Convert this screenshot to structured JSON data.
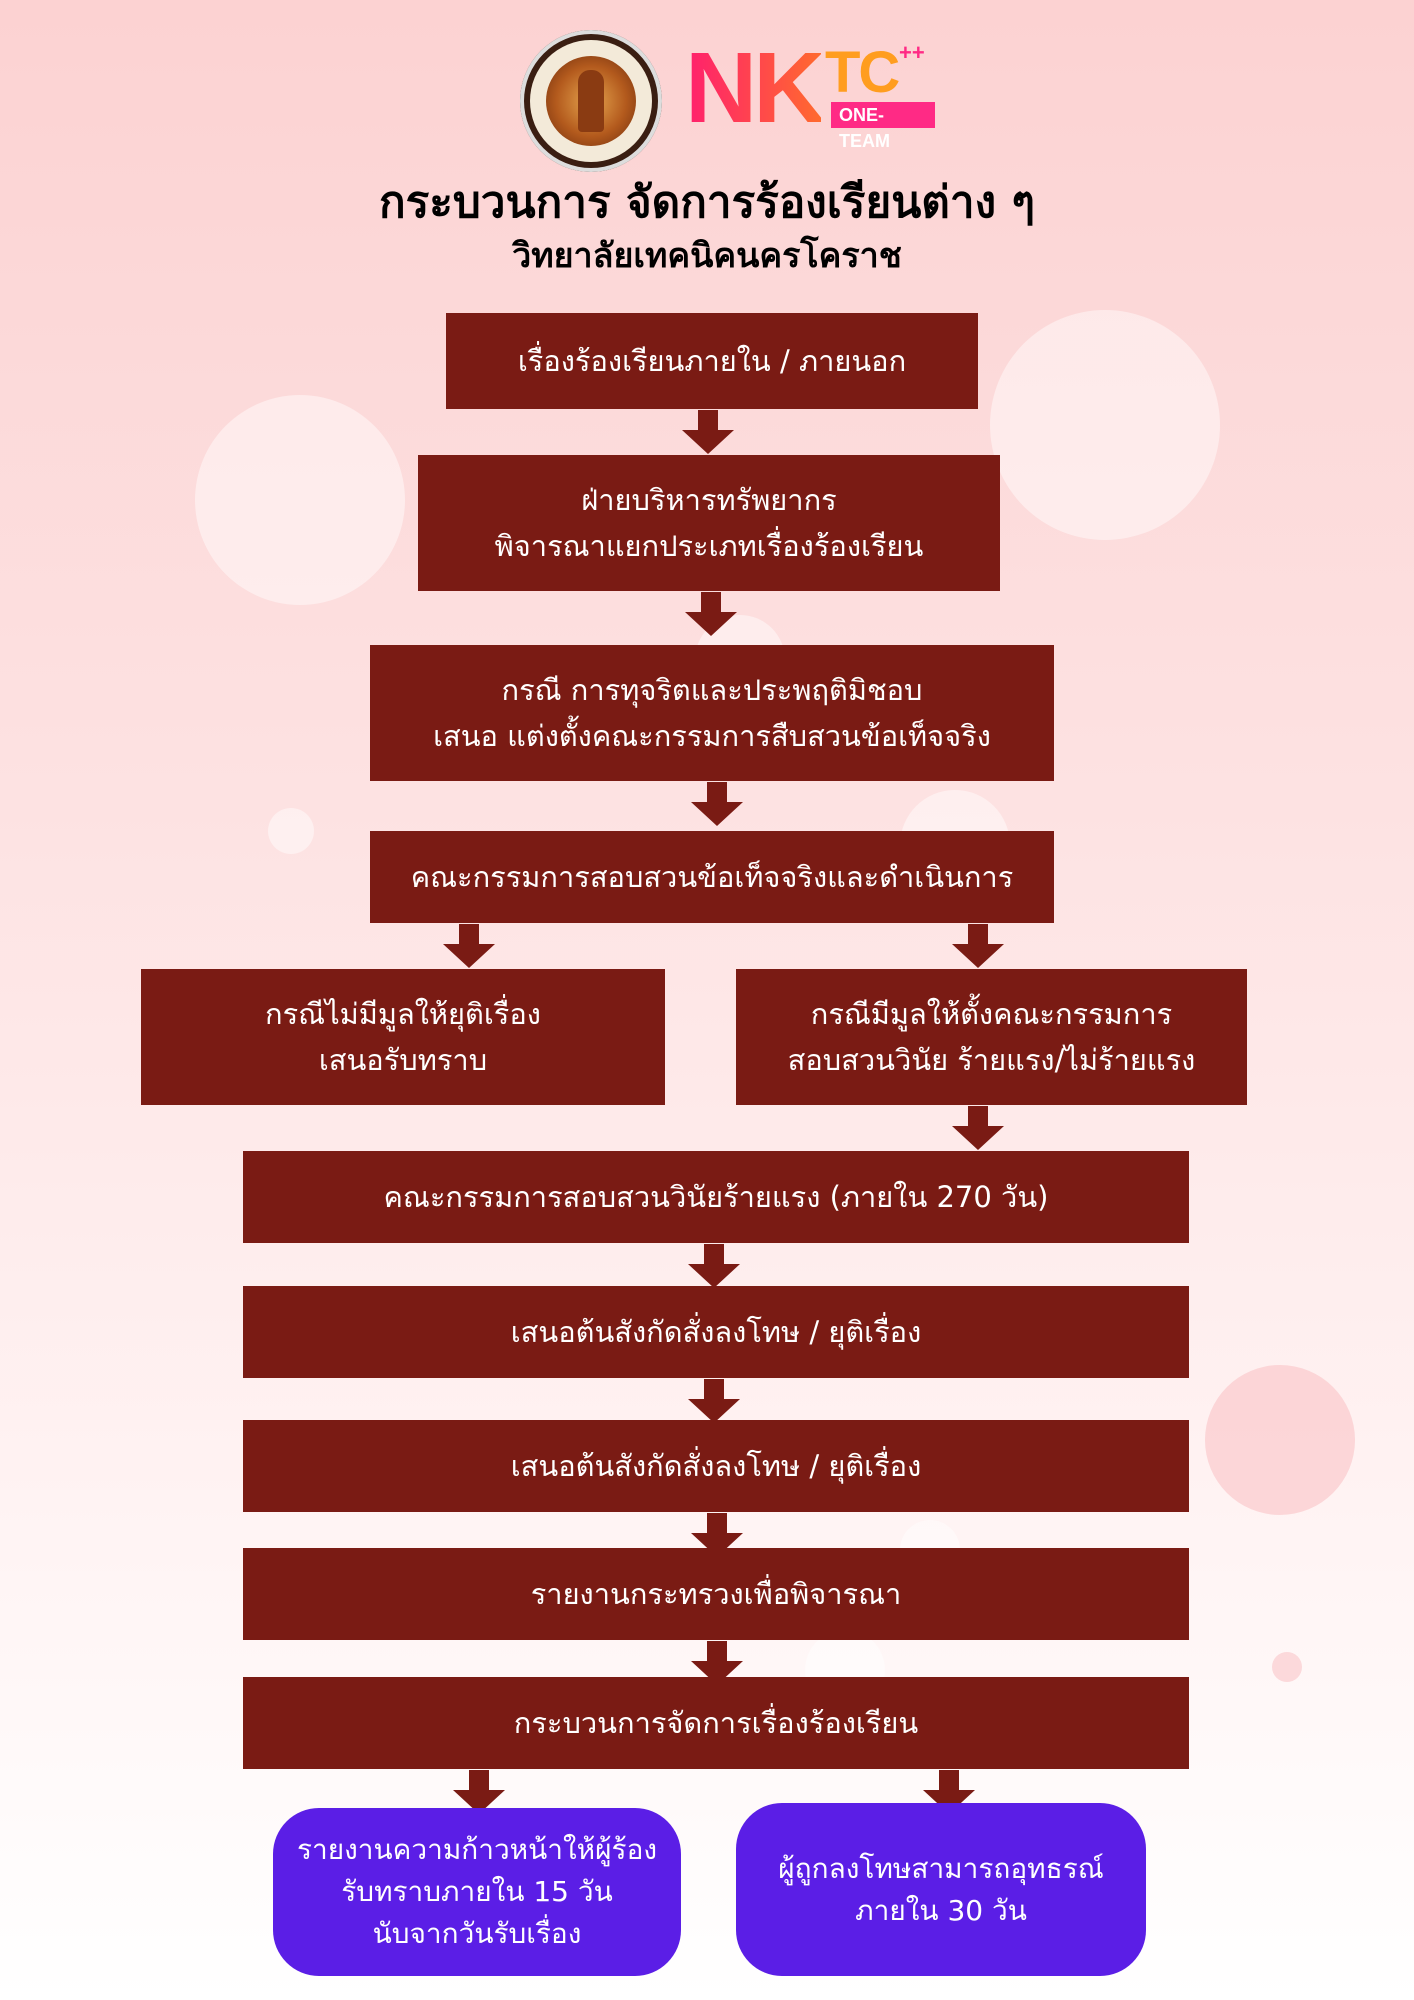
{
  "header": {
    "brand_nk": "NK",
    "brand_tc": "TC",
    "brand_plus": "++",
    "brand_team": "ONE-TEAM",
    "title": "กระบวนการ จัดการร้องเรียนต่าง ๆ",
    "subtitle": "วิทยาลัยเทคนิคนครโคราช"
  },
  "flow": {
    "step1": "เรื่องร้องเรียนภายใน / ภายนอก",
    "step2": [
      "ฝ่ายบริหารทรัพยากร",
      "พิจารณาแยกประเภทเรื่องร้องเรียน"
    ],
    "step3": [
      "กรณี การทุจริตและประพฤติมิชอบ",
      "เสนอ แต่งตั้งคณะกรรมการสืบสวนข้อเท็จจริง"
    ],
    "step4": "คณะกรรมการสอบสวนข้อเท็จจริงและดำเนินการ",
    "branch_left": [
      "กรณีไม่มีมูลให้ยุติเรื่อง",
      "เสนอรับทราบ"
    ],
    "branch_right": [
      "กรณีมีมูลให้ตั้งคณะกรรมการ",
      "สอบสวนวินัย ร้ายแรง/ไม่ร้ายแรง"
    ],
    "step5": "คณะกรรมการสอบสวนวินัยร้ายแรง (ภายใน 270 วัน)",
    "step6": "เสนอต้นสังกัดสั่งลงโทษ / ยุติเรื่อง",
    "step7": "เสนอต้นสังกัดสั่งลงโทษ / ยุติเรื่อง",
    "step8": "รายงานกระทรวงเพื่อพิจารณา",
    "step9": "กระบวนการจัดการเรื่องร้องเรียน",
    "outcome_left": [
      "รายงานความก้าวหน้าให้ผู้ร้อง",
      "รับทราบภายใน 15 วัน",
      "นับจากวันรับเรื่อง"
    ],
    "outcome_right": [
      "ผู้ถูกลงโทษสามารถอุทธรณ์",
      "ภายใน 30 วัน"
    ]
  },
  "colors": {
    "box": "#7a1b14",
    "pill": "#5b1ee6",
    "background_top": "#fcd2d2"
  }
}
